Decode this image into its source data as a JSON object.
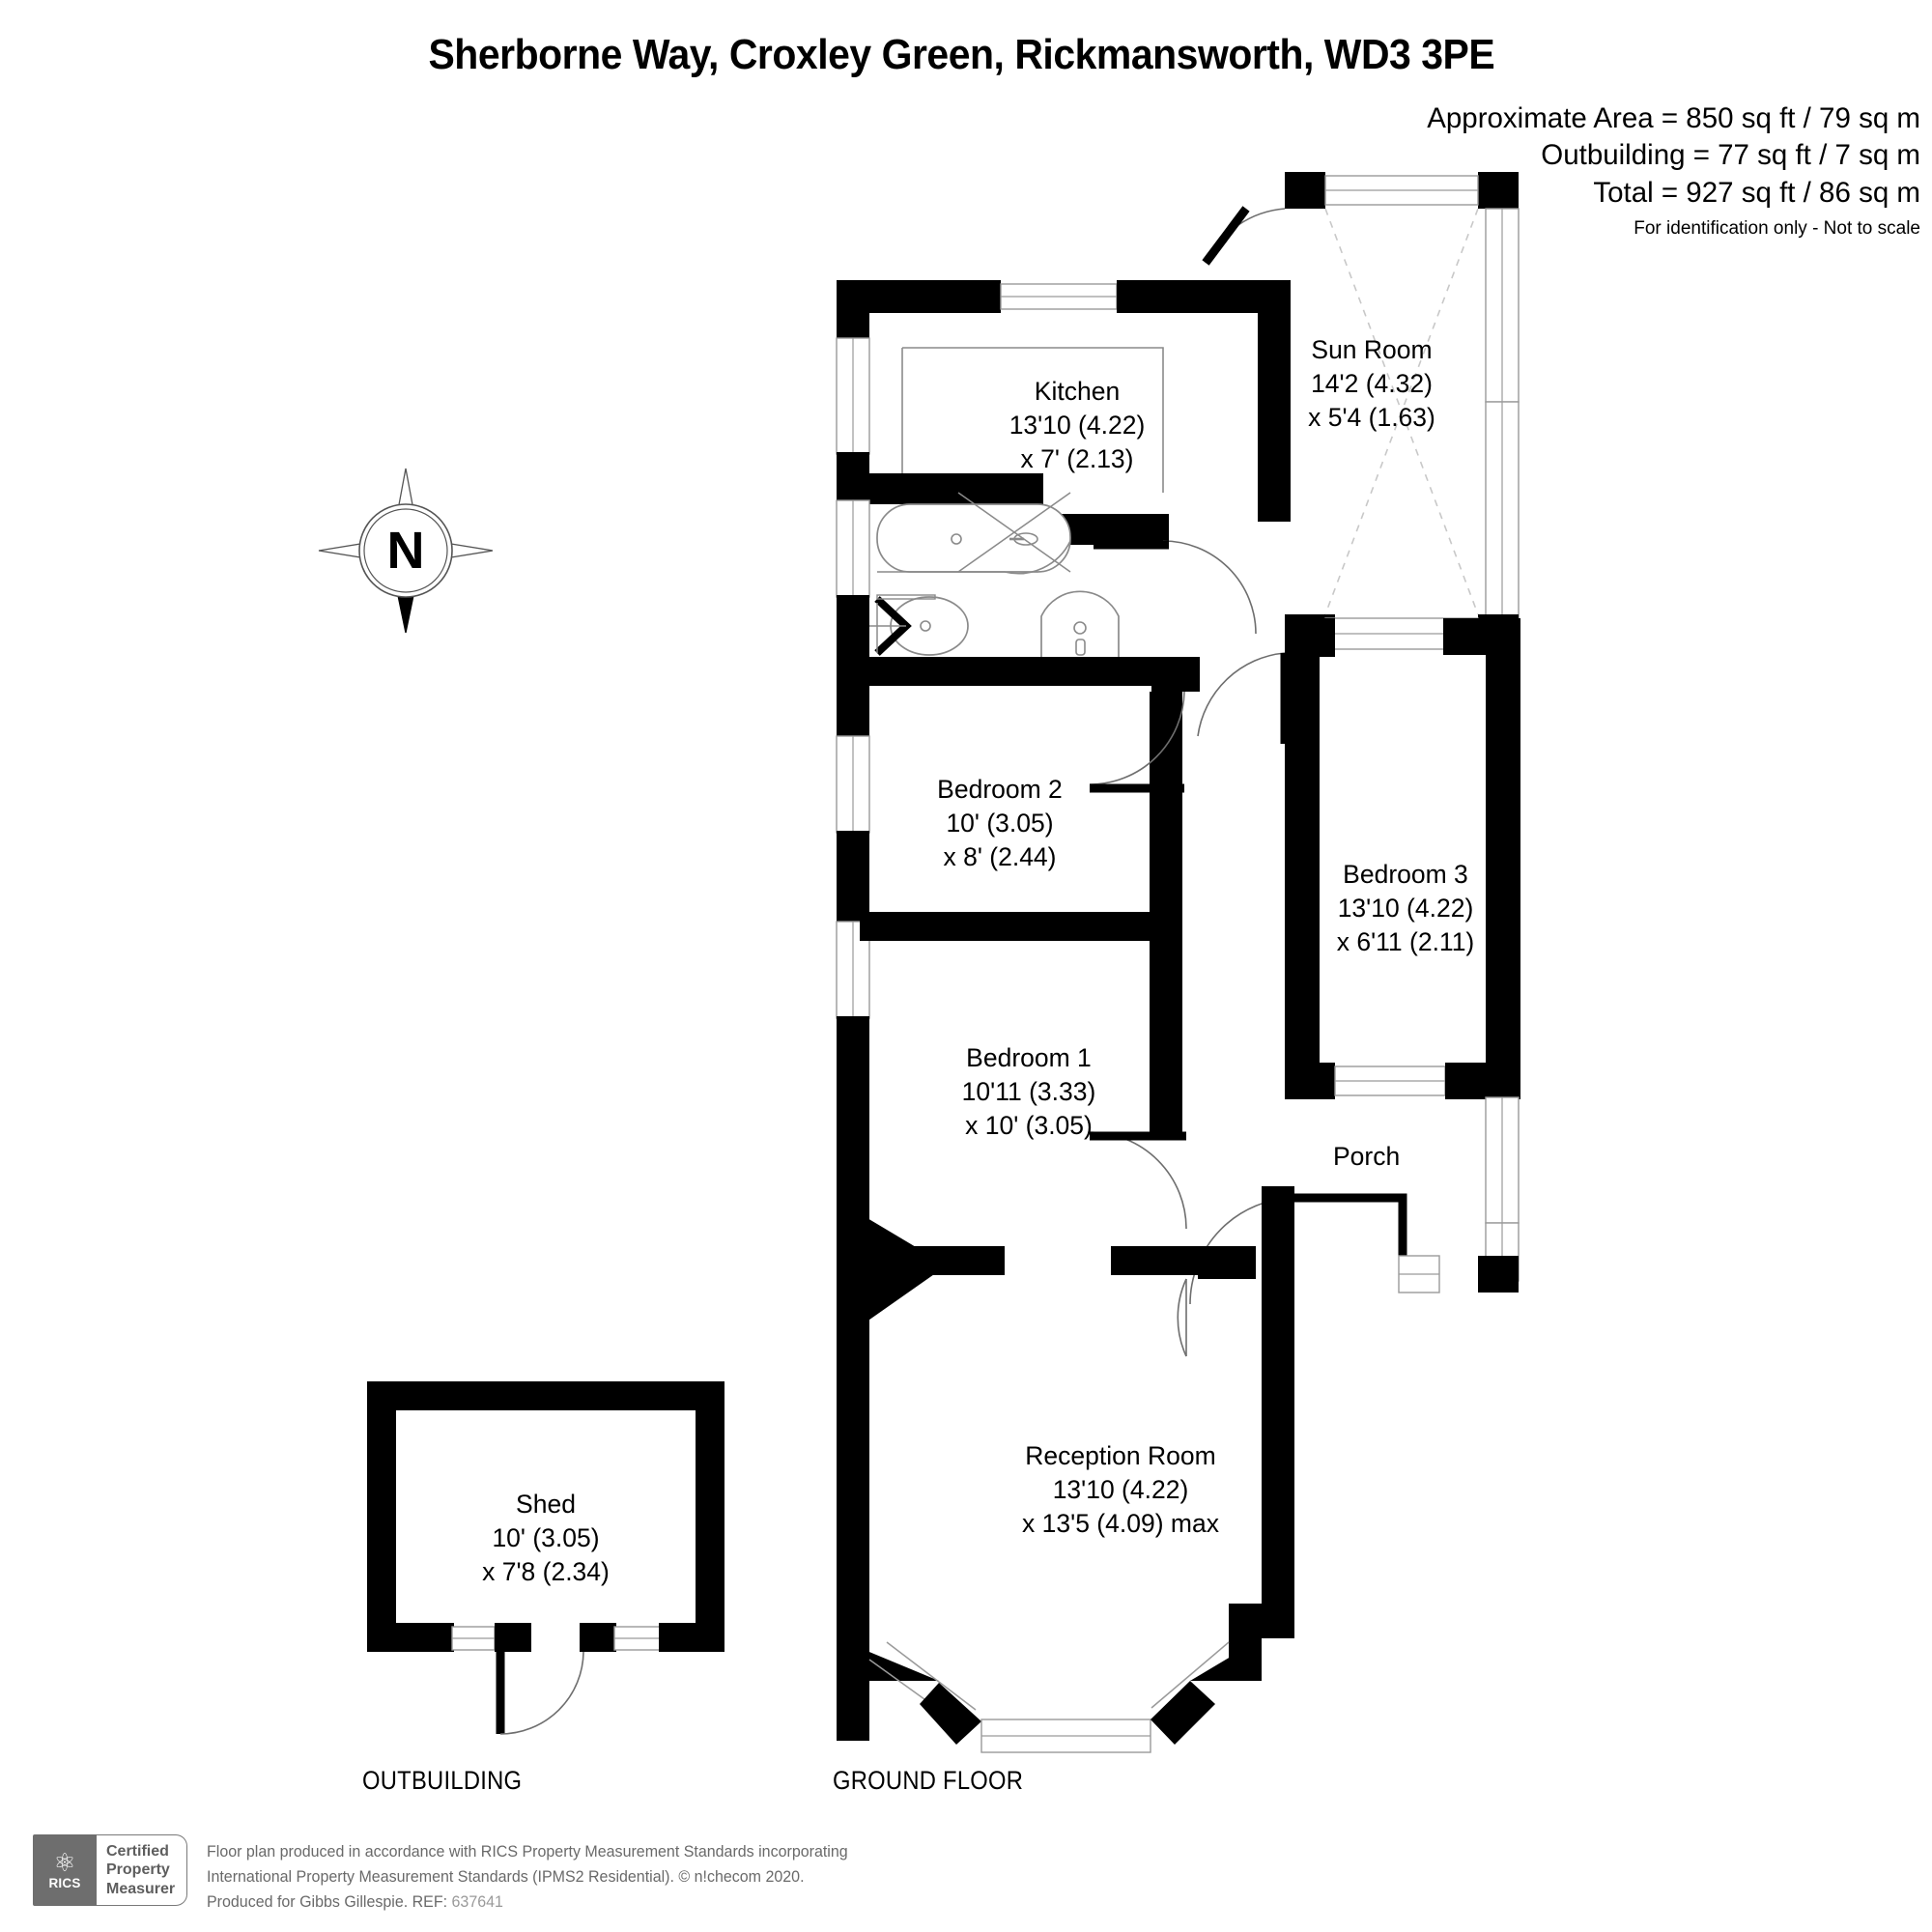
{
  "header": {
    "title": "Sherborne Way, Croxley Green, Rickmansworth, WD3 3PE",
    "approximate_area": "Approximate Area = 850 sq ft / 79 sq m",
    "outbuilding_area": "Outbuilding = 77 sq ft / 7 sq m",
    "total_area": "Total = 927 sq ft / 86 sq m",
    "disclaimer": "For identification only - Not to scale"
  },
  "compass": {
    "label": "N",
    "name": "north-compass-rose"
  },
  "rooms": [
    {
      "id": "sun-room",
      "name": "Sun Room",
      "dim_primary": "14'2 (4.32)",
      "dim_secondary": "x 5'4 (1.63)"
    },
    {
      "id": "kitchen",
      "name": "Kitchen",
      "dim_primary": "13'10 (4.22)",
      "dim_secondary": "x 7' (2.13)"
    },
    {
      "id": "bedroom-2",
      "name": "Bedroom 2",
      "dim_primary": "10' (3.05)",
      "dim_secondary": "x 8' (2.44)"
    },
    {
      "id": "bedroom-3",
      "name": "Bedroom 3",
      "dim_primary": "13'10 (4.22)",
      "dim_secondary": "x 6'11 (2.11)"
    },
    {
      "id": "bedroom-1",
      "name": "Bedroom 1",
      "dim_primary": "10'11 (3.33)",
      "dim_secondary": "x 10' (3.05)"
    },
    {
      "id": "porch",
      "name": "Porch",
      "dim_primary": "",
      "dim_secondary": ""
    },
    {
      "id": "reception-room",
      "name": "Reception Room",
      "dim_primary": "13'10 (4.22)",
      "dim_secondary": "x 13'5 (4.09) max"
    },
    {
      "id": "shed",
      "name": "Shed",
      "dim_primary": "10' (3.05)",
      "dim_secondary": "x 7'8 (2.34)"
    }
  ],
  "floor_captions": {
    "outbuilding": "OUTBUILDING",
    "ground_floor": "GROUND FLOOR"
  },
  "footer": {
    "logo_mark": "RICS",
    "logo_line1": "Certified",
    "logo_line2": "Property",
    "logo_line3": "Measurer",
    "line1": "Floor plan produced in accordance with RICS Property Measurement Standards incorporating",
    "line2": "International Property Measurement Standards (IPMS2 Residential).   © n!checom 2020.",
    "line3_prefix": "Produced for Gibbs Gillespie.   REF: ",
    "reference": "637641"
  },
  "colors": {
    "wall": "#000000",
    "background": "#ffffff",
    "fixture_line": "#8a8a8a",
    "window_line": "#9a9a9a",
    "footer_text": "#6a6a6a"
  }
}
